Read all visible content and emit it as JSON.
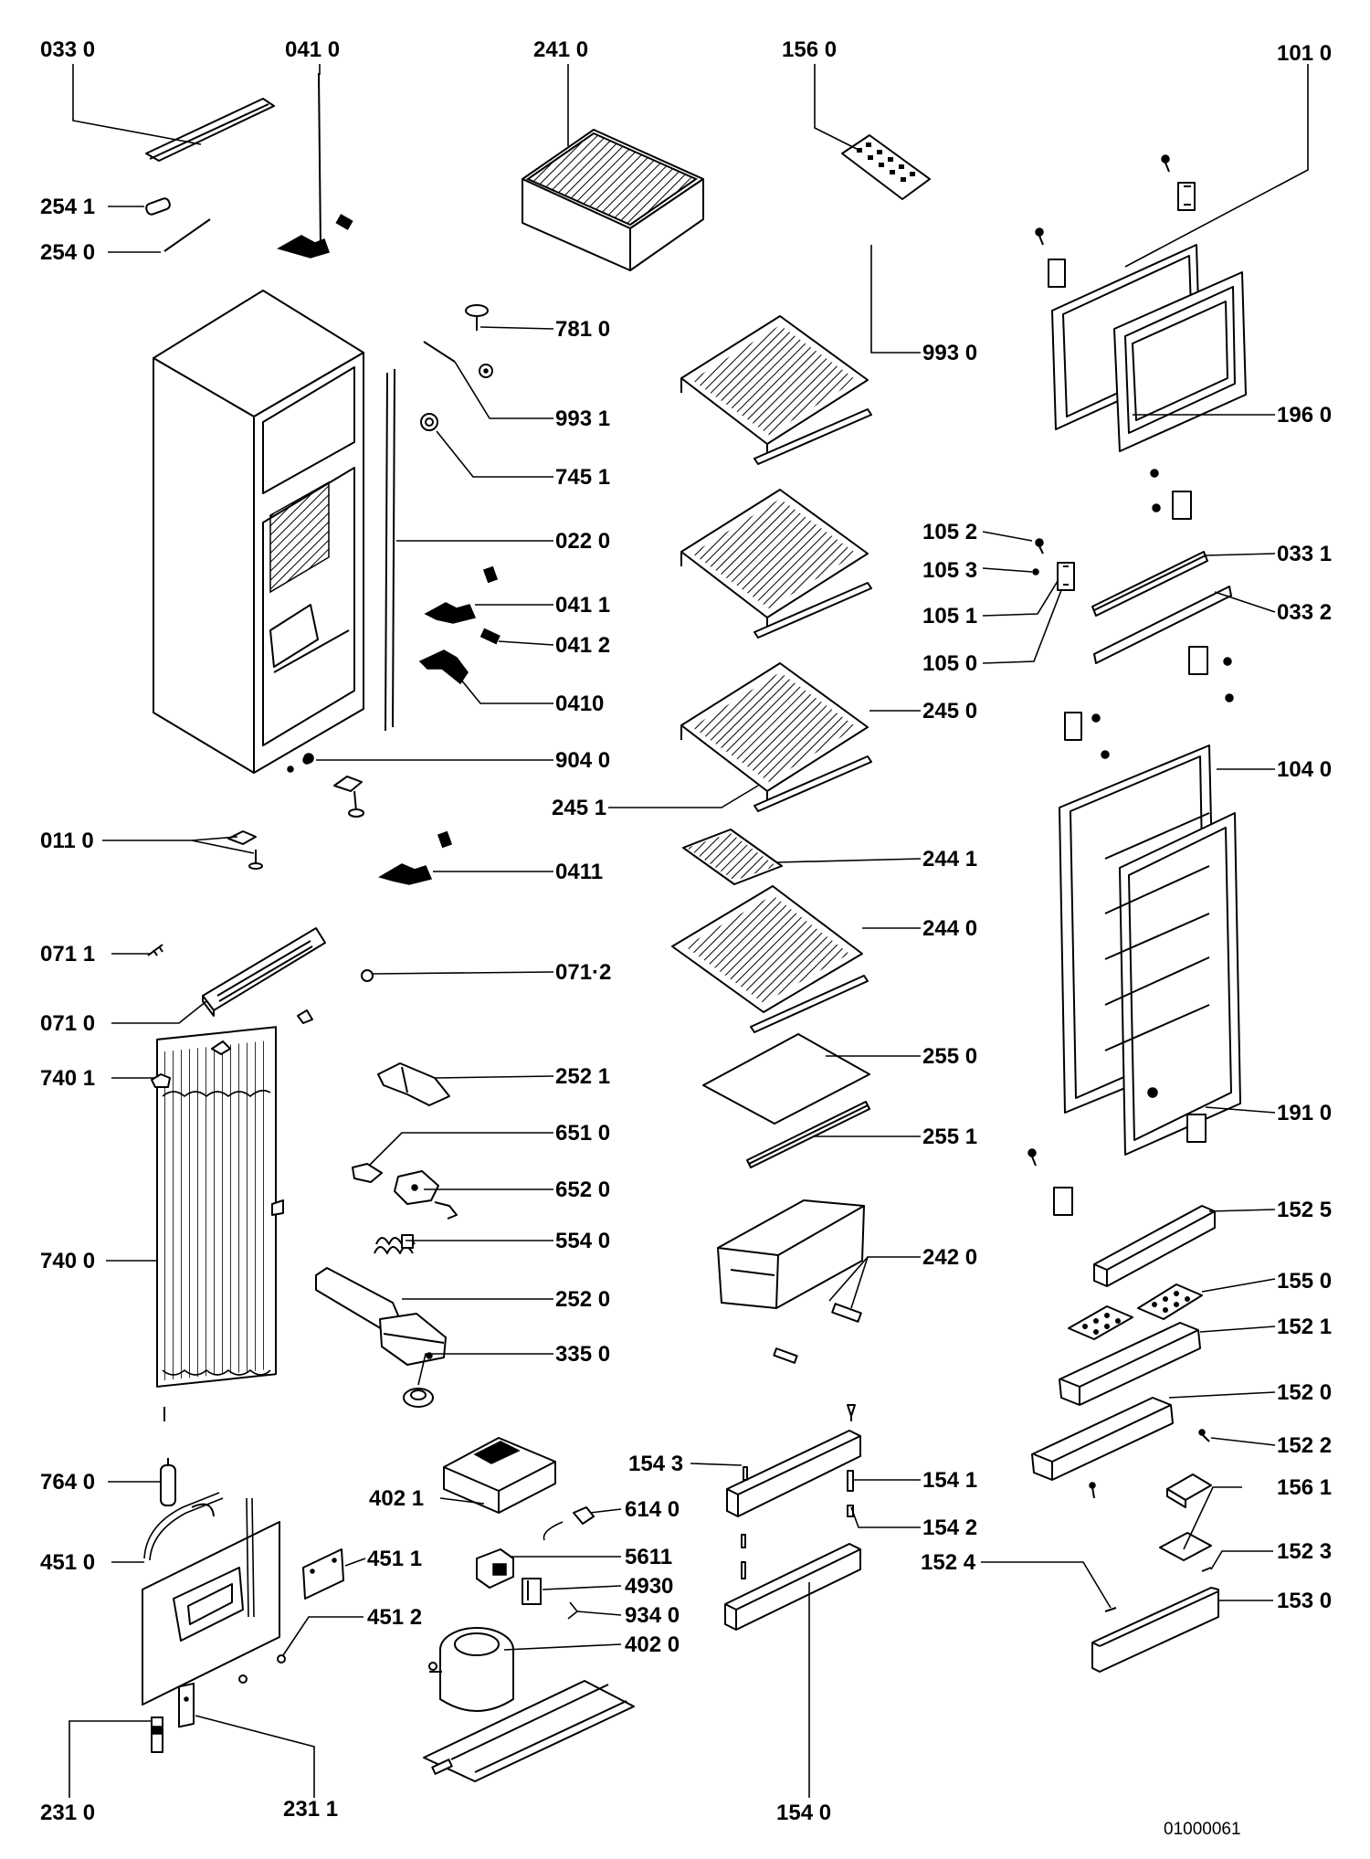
{
  "diagram": {
    "reference_code": "01000061",
    "part_labels": [
      "033 0",
      "041 0",
      "241 0",
      "156 0",
      "101 0",
      "254 1",
      "254 0",
      "781 0",
      "993 0",
      "993 1",
      "196 0",
      "745 1",
      "105 2",
      "022 0",
      "105 3",
      "033 1",
      "105 1",
      "041 1",
      "033 2",
      "041 2",
      "105 0",
      "0410",
      "245 0",
      "904 0",
      "104 0",
      "245 1",
      "011 0",
      "0411",
      "244 1",
      "244 0",
      "071 1",
      "071·2",
      "071 0",
      "255 0",
      "740 1",
      "252 1",
      "191 0",
      "651 0",
      "255 1",
      "652 0",
      "152 5",
      "740 0",
      "554 0",
      "242 0",
      "155 0",
      "252 0",
      "152 1",
      "335 0",
      "152 0",
      "152 2",
      "764 0",
      "402 1",
      "154 3",
      "154 1",
      "156 1",
      "614 0",
      "154 2",
      "451 0",
      "5611",
      "152 3",
      "451 1",
      "152 4",
      "4930",
      "153 0",
      "934 0",
      "451 2",
      "402 0",
      "231 0",
      "231 1",
      "154 0"
    ]
  }
}
